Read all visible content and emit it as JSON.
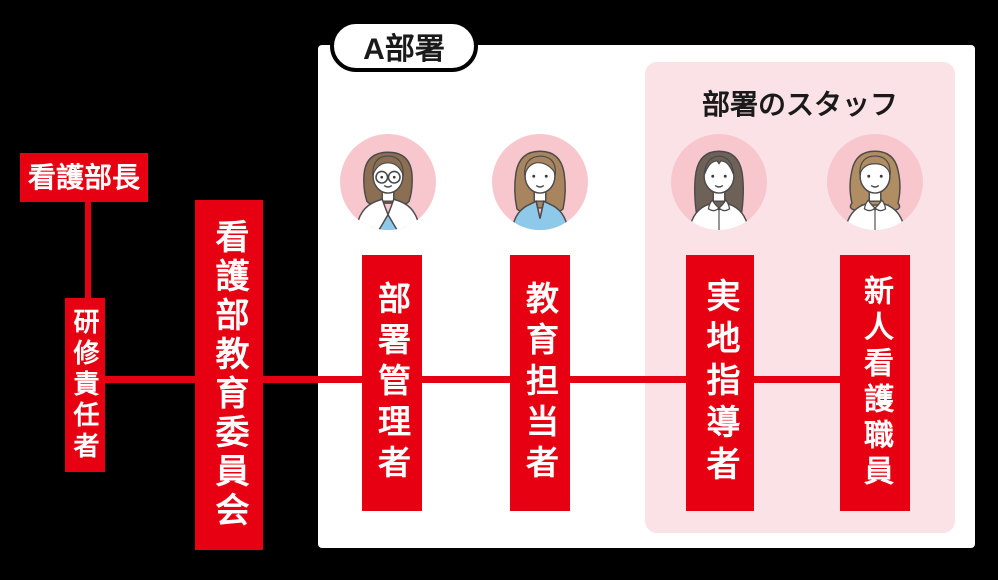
{
  "colors": {
    "background": "#000000",
    "accent_red": "#E60012",
    "panel_white": "#FFFFFF",
    "panel_pink": "#FBE2E7",
    "avatar_circle_pink": "#F8C7CD",
    "text_on_red": "#FFFFFF",
    "text_black": "#1A1A1A"
  },
  "org_chart": {
    "nursing_director": {
      "label": "看護部長"
    },
    "training_manager": {
      "label": "研修責任者"
    },
    "education_committee": {
      "label": "看護部教育委員会"
    },
    "department": {
      "title": "A部署",
      "roles": [
        {
          "label": "部署管理者",
          "avatar": "woman-glasses-white-coat-avatar"
        },
        {
          "label": "教育担当者",
          "avatar": "woman-blue-scrubs-avatar"
        }
      ],
      "staff_group": {
        "title": "部署のスタッフ",
        "roles": [
          {
            "label": "実地指導者",
            "avatar": "woman-long-dark-hair-avatar"
          },
          {
            "label": "新人看護職員",
            "avatar": "woman-bob-bangs-avatar"
          }
        ]
      }
    }
  }
}
